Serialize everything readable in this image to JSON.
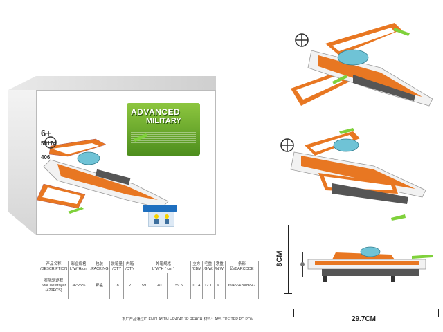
{
  "box": {
    "series_line1": "ADVANCED",
    "series_line2": "MILITARY",
    "age": "6+",
    "model_no": "55174",
    "pcs": "406"
  },
  "dimensions": {
    "height": "8CM",
    "length": "29.7CM"
  },
  "table": {
    "headers": [
      [
        "产品名称",
        "/DESCRIPTION"
      ],
      [
        "彩盒规格",
        "L*W*H/cm"
      ],
      [
        "包装",
        "/PACKING"
      ],
      [
        "装箱量",
        "/QTY"
      ],
      [
        "内箱",
        "/CTN"
      ],
      [
        "外箱规格",
        "L*W*H ( cm )"
      ],
      [
        "立方",
        "/CBM"
      ],
      [
        "毛重",
        "/G.W."
      ],
      [
        "净重",
        "/N.W."
      ],
      [
        "条形码/BARCODE",
        ""
      ]
    ],
    "row": {
      "name_cn": "星际驱逐舰",
      "name_en": "Star Destroyer",
      "pcs": "(429PCS)",
      "box_size": "36*25*6",
      "packing": "彩盒",
      "qty": "18",
      "ctn": "2",
      "outer_l": "59",
      "outer_w": "40",
      "outer_h": "59.5",
      "cbm": "0.14",
      "gw": "12.1",
      "nw": "9.1",
      "barcode": "6945642809847"
    },
    "note": "本厂产品通过IC EN71 ASTM HR4040 7P REACH 材料：ABS TPE TPR PC POM"
  }
}
